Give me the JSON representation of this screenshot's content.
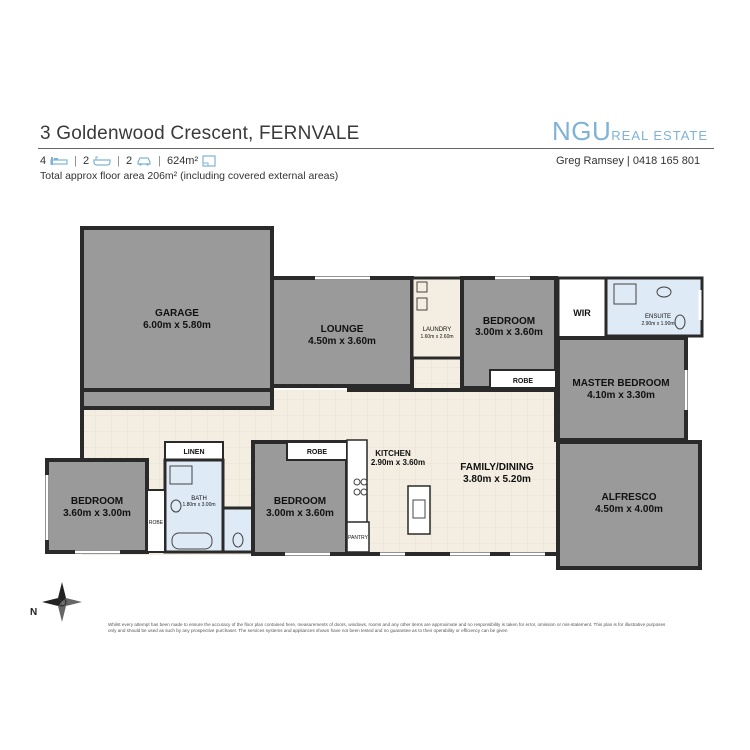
{
  "header": {
    "address": "3 Goldenwood Crescent, FERNVALE",
    "brand_main": "NGU",
    "brand_sub": "REAL ESTATE",
    "agent": "Greg Ramsey | 0418 165 801",
    "stats": {
      "bedrooms": "4",
      "bathrooms": "2",
      "cars": "2",
      "land": "624m²"
    },
    "floor_area": "Total approx floor area 206m² (including covered external areas)"
  },
  "rooms": {
    "garage": {
      "name": "GARAGE",
      "dims": "6.00m  x 5.80m"
    },
    "lounge": {
      "name": "LOUNGE",
      "dims": "4.50m  x 3.60m"
    },
    "laundry": {
      "name": "LAUNDRY",
      "dims": "1.60m  x 2.60m"
    },
    "bedroom_top": {
      "name": "BEDROOM",
      "dims": "3.00m  x 3.60m"
    },
    "wir": {
      "name": "WIR"
    },
    "ensuite": {
      "name": "ENSUITE",
      "dims": "2.90m  x 1.90m"
    },
    "robe_top": {
      "name": "ROBE"
    },
    "master": {
      "name": "MASTER BEDROOM",
      "dims": "4.10m  x 3.30m"
    },
    "kitchen": {
      "name": "KITCHEN",
      "dims": "2.90m  x 3.60m"
    },
    "family": {
      "name": "FAMILY/DINING",
      "dims": "3.80m  x 5.20m"
    },
    "alfresco": {
      "name": "ALFRESCO",
      "dims": "4.50m  x 4.00m"
    },
    "linen": {
      "name": "LINEN"
    },
    "robe_mid": {
      "name": "ROBE"
    },
    "bath": {
      "name": "BATH",
      "dims": "1.80m  x 3.00m"
    },
    "bedroom_left": {
      "name": "BEDROOM",
      "dims": "3.60m  x 3.00m"
    },
    "robe_left": {
      "name": "ROBE"
    },
    "bedroom_mid": {
      "name": "BEDROOM",
      "dims": "3.00m  x 3.60m"
    },
    "pantry": {
      "name": "PANTRY"
    }
  },
  "compass_label": "N",
  "disclaimer": "Whilst every attempt has been made to ensure the accuracy of the floor plan contained here, measurements of doors, windows, rooms and any other items are approximate and no responsibility is taken for error, omission or mis-statement. This plan is for illustrative purposes only and should be used as such by any prospective purchaser. The services systems and appliances shown have not been tested and no guarantee as to their operability or efficiency can be given",
  "colors": {
    "brand": "#7fb3d5",
    "room_grey": "#9a9a9a",
    "floor_tile": "#f3ede1",
    "wet_area": "#dfeaf7",
    "wall": "#2a2a2a"
  }
}
